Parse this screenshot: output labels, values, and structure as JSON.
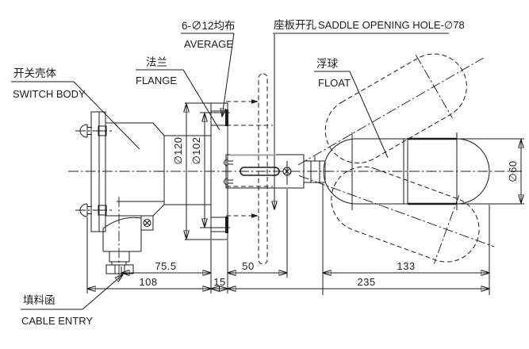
{
  "drawing": {
    "colors": {
      "line": "#1c1c1c",
      "bg": "#ffffff",
      "light_edge": "#a0a0a0"
    },
    "callouts": {
      "switch_body": {
        "zh": "开关壳体",
        "en": "SWITCH BODY"
      },
      "flange": {
        "zh": "法兰",
        "en": "FLANGE"
      },
      "flange_holes": {
        "zh": "6-∅12均布",
        "en": "AVERAGE"
      },
      "saddle_opening": {
        "zh": "座板开孔",
        "en": "SADDLE OPENING HOLE-∅78"
      },
      "float": {
        "zh": "浮球",
        "en": "FLOAT"
      },
      "cable_entry": {
        "zh": "填料函",
        "en": "CABLE ENTRY"
      }
    },
    "dimensions": {
      "flange_outer_dia": "∅120",
      "bolt_circle_dia": "∅102",
      "float_dia": "∅60",
      "body_to_flange": "75.5",
      "body_overall": "108",
      "flange_thickness": "15",
      "flange_to_pivot": "50",
      "float_length": "133",
      "pivot_to_float_end": "235"
    }
  }
}
